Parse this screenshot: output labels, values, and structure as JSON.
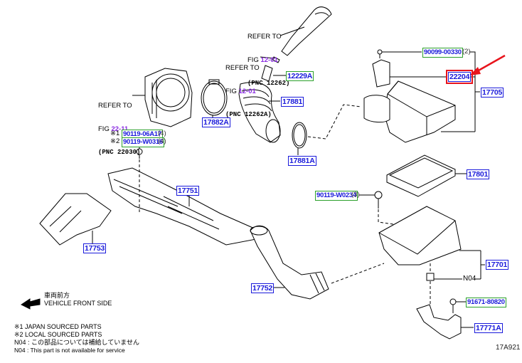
{
  "diagram": {
    "figure_id": "17A921",
    "accent_colors": {
      "part_box": "#1a1adb",
      "bolt_box": "#2ca02c",
      "highlight": "#e8141c",
      "fig_ref": "#8a2be2"
    },
    "highlighted_part": "22204",
    "references": [
      {
        "line1": "REFER TO",
        "fig_prefix": "FIG ",
        "fig": "12-01",
        "pnc": "(PNC 12262)"
      },
      {
        "line1": "REFER TO",
        "fig_prefix": "FIG ",
        "fig": "12-01",
        "pnc": "(PNC 12262A)"
      },
      {
        "line1": "REFER TO",
        "fig_prefix": "FIG ",
        "fig": "22-11",
        "pnc": "(PNC 22030)"
      }
    ],
    "parts": [
      {
        "id": "22204",
        "type": "part"
      },
      {
        "id": "17705",
        "type": "part"
      },
      {
        "id": "12229A",
        "type": "bolt"
      },
      {
        "id": "17881",
        "type": "part"
      },
      {
        "id": "17882A",
        "type": "part"
      },
      {
        "id": "17881A",
        "type": "part"
      },
      {
        "id": "17801",
        "type": "part"
      },
      {
        "id": "17751",
        "type": "part"
      },
      {
        "id": "17753",
        "type": "part"
      },
      {
        "id": "17752",
        "type": "part"
      },
      {
        "id": "17701",
        "type": "part"
      },
      {
        "id": "17771A",
        "type": "part"
      }
    ],
    "bolts": [
      {
        "id": "90099-00330",
        "qty": "(2)"
      },
      {
        "id": "90119-06A17",
        "qty": "(4)",
        "mark": "※1"
      },
      {
        "id": "90119-W0316",
        "qty": "(4)",
        "mark": "※2"
      },
      {
        "id": "90119-W0234",
        "qty": "(3)"
      },
      {
        "id": "91671-80820",
        "qty": ""
      }
    ],
    "n04_label": "N04",
    "direction": {
      "jp": "車両前方",
      "en": "VEHICLE FRONT SIDE"
    },
    "legend": [
      "※1  JAPAN SOURCED PARTS",
      "※2  LOCAL SOURCED PARTS",
      "N04 : この部品については補給していません",
      "N04 : This part is not available for service"
    ]
  }
}
